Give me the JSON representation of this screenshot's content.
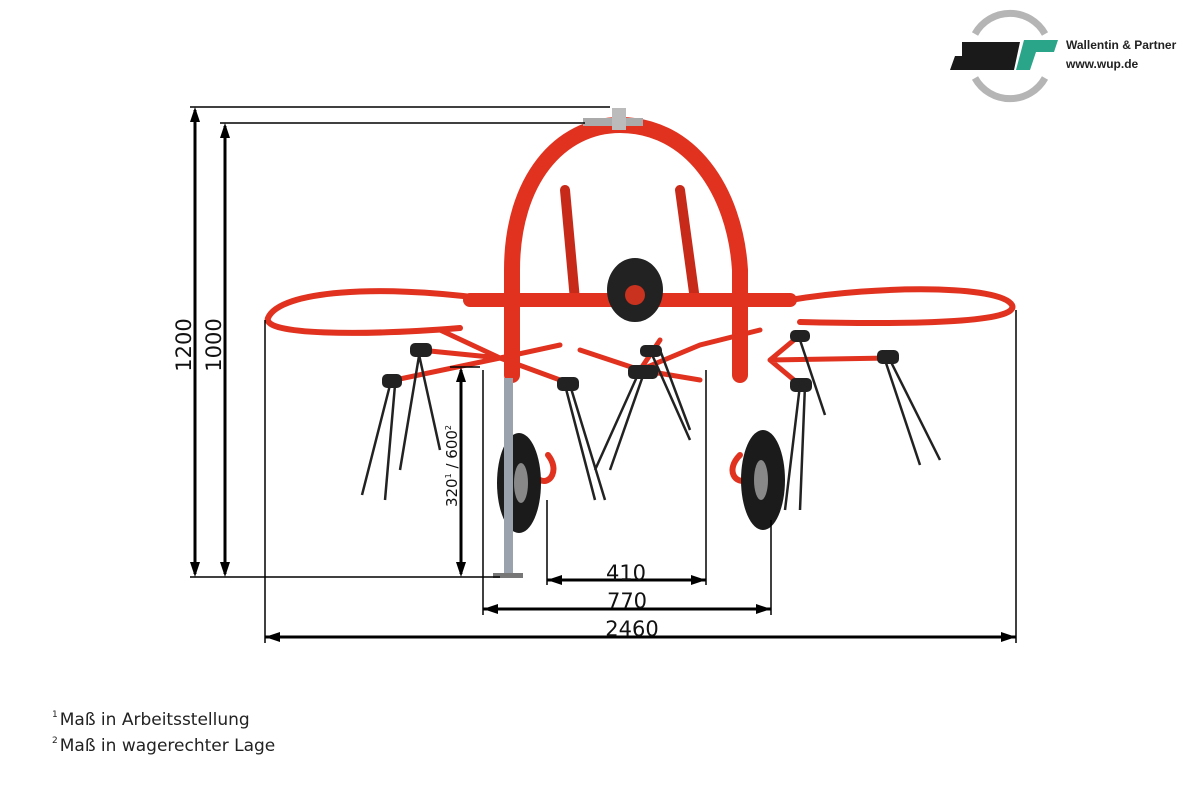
{
  "logo": {
    "company": "Wallentin & Partner",
    "url": "www.wup.de",
    "colors": {
      "black": "#1a1a1a",
      "teal": "#2aa58a",
      "gray": "#b5b5b5"
    }
  },
  "dimensions": {
    "total_height": "1200",
    "hitch_height": "1000",
    "rotor_height": "320",
    "rotor_height_sup1": "1",
    "rotor_height_alt": "600",
    "rotor_height_sup2": "2",
    "wheel_inner": "410",
    "wheel_track": "770",
    "total_width": "2460"
  },
  "footnotes": [
    {
      "mark": "1",
      "text": "Maß in Arbeitsstellung"
    },
    {
      "mark": "2",
      "text": "Maß in wagerechter Lage"
    }
  ],
  "colors": {
    "frame": "#e0321f",
    "tire": "#1b1b1b",
    "line": "#000000"
  }
}
